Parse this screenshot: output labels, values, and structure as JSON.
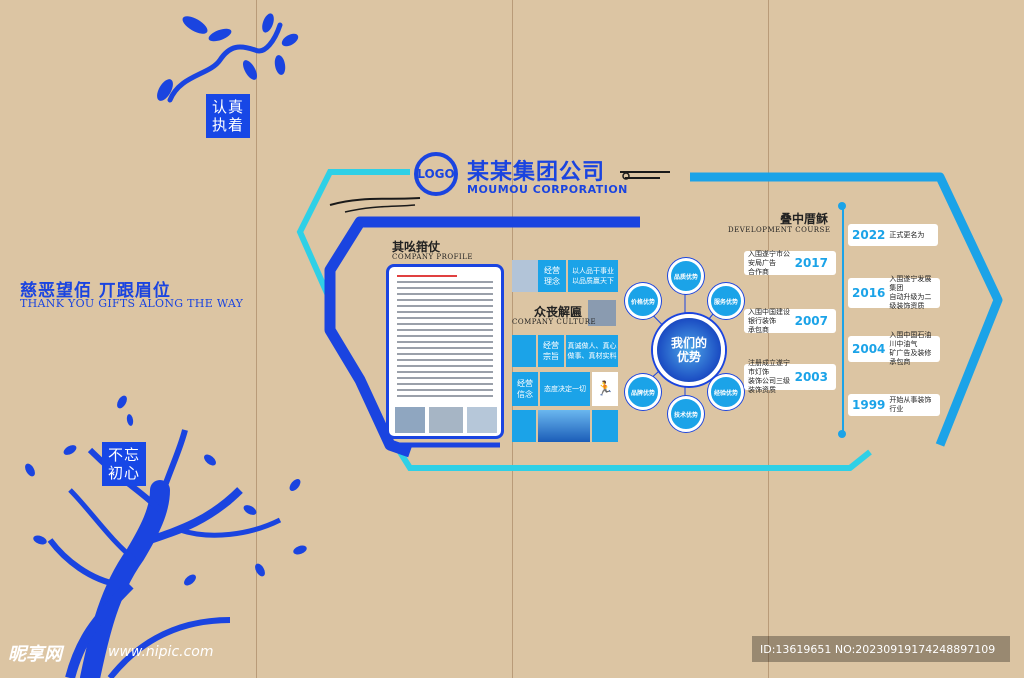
{
  "tags": {
    "top_tag": "认真\n执着",
    "tree_tag": "不忘\n初心"
  },
  "slogan": {
    "cn": "慈恶望佰  丌跟眉位",
    "en": "THANK YOU   GIFTS ALONG THE WAY"
  },
  "brand": {
    "logo_text": "LOGO",
    "name_cn": "某某集团公司",
    "name_en": "MOUMOU CORPORATION"
  },
  "profile": {
    "title": "其吆箝仗",
    "subtitle": "COMPANY PROFILE"
  },
  "culture": {
    "title": "众丧解匾",
    "subtitle": "COMPANY CULTURE",
    "cells": [
      {
        "label": "经营\n理念",
        "text": "以人品干事业\n以品质赢天下"
      },
      {
        "label": "经营\n宗旨",
        "text": "真诚做人、真心\n做事、真材实料"
      },
      {
        "label": "经营\n信念",
        "text": "态度决定一切"
      }
    ]
  },
  "advantages": {
    "hub": "我们的\n优势",
    "nodes": [
      "品质优势",
      "服务优势",
      "价格优势",
      "技术优势",
      "经验优势",
      "品牌优势"
    ]
  },
  "development": {
    "title": "叠中厝稣",
    "subtitle": "DEVELOPMENT COURSE",
    "events": [
      {
        "year": "2022",
        "text": "正式更名为"
      },
      {
        "year": "2017",
        "text": "入围遂宁市公安局广告\n合作商"
      },
      {
        "year": "2016",
        "text": "入围遂宁发展集团\n自动升级为二级装饰资质"
      },
      {
        "year": "2007",
        "text": "入围中国建设银行装饰\n承包商"
      },
      {
        "year": "2004",
        "text": "入围中国石油川中油气\n矿广告及装修承包商"
      },
      {
        "year": "2003",
        "text": "注册成立遂宁市灯饰\n装饰公司三级装饰资质"
      },
      {
        "year": "1999",
        "text": "开始从事装饰行业"
      }
    ]
  },
  "watermark": {
    "brand": "昵享网",
    "url": "www.nipic.com",
    "id_text": "ID:13619651 NO:20230919174248897109"
  },
  "colors": {
    "background": "#dcc5a3",
    "primary_blue": "#1a44e0",
    "accent_cyan": "#1ba3e8"
  }
}
